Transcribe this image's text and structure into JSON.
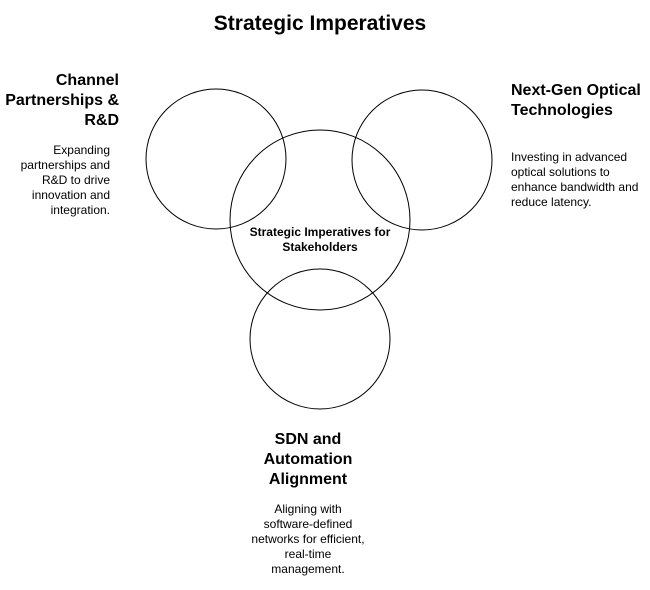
{
  "title": "Strategic Imperatives",
  "center": {
    "label": "Strategic Imperatives for Stakeholders"
  },
  "sections": {
    "left": {
      "heading": "Channel Partnerships & R&D",
      "description": "Expanding partnerships and R&D to drive innovation and integration."
    },
    "right": {
      "heading": "Next-Gen Optical Technologies",
      "description": "Investing in advanced optical solutions to enhance bandwidth and reduce latency."
    },
    "bottom": {
      "heading": "SDN and Automation Alignment",
      "description": "Aligning with software-defined networks for efficient, real-time management."
    }
  },
  "colors": {
    "stroke": "#000000",
    "background": "#ffffff"
  }
}
